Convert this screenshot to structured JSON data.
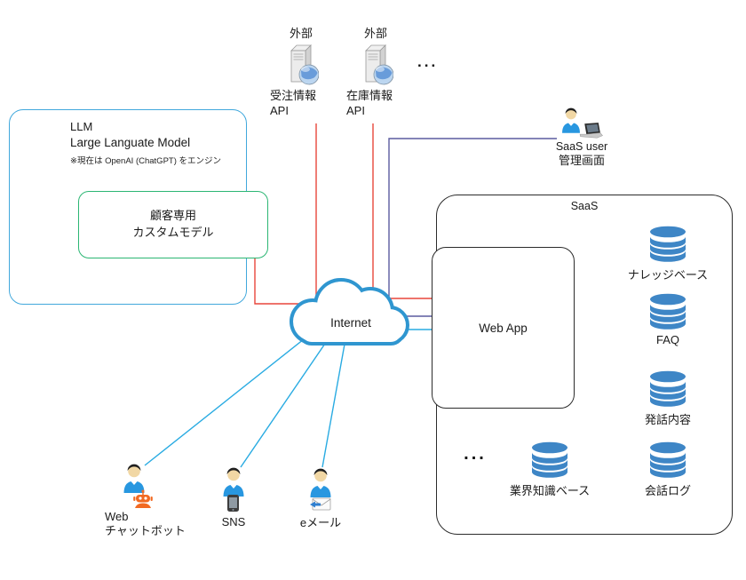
{
  "external": {
    "groups": [
      {
        "zone": "外部",
        "name": "受注情報",
        "sub": "API"
      },
      {
        "zone": "外部",
        "name": "在庫情報",
        "sub": "API"
      }
    ],
    "ellipsis": "..."
  },
  "llm": {
    "title": "LLM",
    "subtitle": "Large Languate Model",
    "note": "※現在は OpenAI (ChatGPT) をエンジン"
  },
  "custom_model": {
    "line1": "顧客専用",
    "line2": "カスタムモデル"
  },
  "saas_user": {
    "name": "SaaS user",
    "screen": "管理画面"
  },
  "internet": {
    "label": "Internet"
  },
  "saas": {
    "label": "SaaS",
    "web_app": "Web App",
    "ellipsis": "...",
    "databases": [
      {
        "label": "ナレッジベース"
      },
      {
        "label": "FAQ"
      },
      {
        "label": "発話内容"
      },
      {
        "label": "会話ログ"
      },
      {
        "label": "業界知識ベース"
      }
    ]
  },
  "channels": [
    {
      "line1": "Web",
      "line2": "チャットボット"
    },
    {
      "line1": "SNS"
    },
    {
      "line1": "eメール"
    }
  ],
  "colors": {
    "red_line": "#e8463c",
    "cyan_line": "#29abe2",
    "slate_line": "#5b5b9f",
    "cloud_stroke": "#2f96d0",
    "llm_border": "#41a8dc",
    "custom_border": "#2bb673",
    "box_border": "#2b2b2b",
    "db_blue": "#3e86c6",
    "chatbot_orange": "#f26a22"
  }
}
